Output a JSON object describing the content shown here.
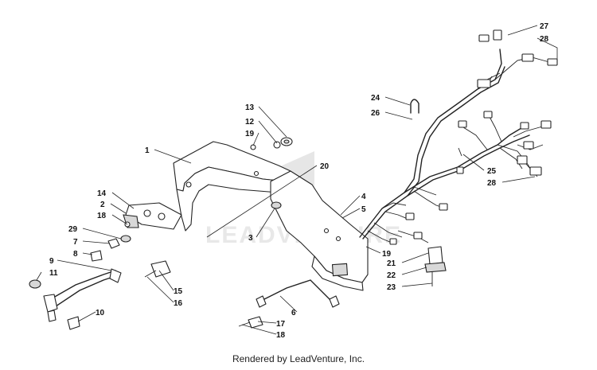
{
  "footer": {
    "text": "Rendered by LeadVenture, Inc."
  },
  "watermark": {
    "text": "LEADVENTURE"
  },
  "callouts": [
    {
      "id": "c1",
      "number": "1"
    },
    {
      "id": "c2",
      "number": "2"
    },
    {
      "id": "c3",
      "number": "3"
    },
    {
      "id": "c4",
      "number": "4"
    },
    {
      "id": "c5",
      "number": "5"
    },
    {
      "id": "c6",
      "number": "6"
    },
    {
      "id": "c7",
      "number": "7"
    },
    {
      "id": "c8",
      "number": "8"
    },
    {
      "id": "c9",
      "number": "9"
    },
    {
      "id": "c10",
      "number": "10"
    },
    {
      "id": "c11",
      "number": "11"
    },
    {
      "id": "c12",
      "number": "12"
    },
    {
      "id": "c13",
      "number": "13"
    },
    {
      "id": "c14",
      "number": "14"
    },
    {
      "id": "c15",
      "number": "15"
    },
    {
      "id": "c16",
      "number": "16"
    },
    {
      "id": "c17",
      "number": "17"
    },
    {
      "id": "c18a",
      "number": "18"
    },
    {
      "id": "c18b",
      "number": "18"
    },
    {
      "id": "c19a",
      "number": "19"
    },
    {
      "id": "c19b",
      "number": "19"
    },
    {
      "id": "c20",
      "number": "20"
    },
    {
      "id": "c21",
      "number": "21"
    },
    {
      "id": "c22",
      "number": "22"
    },
    {
      "id": "c23",
      "number": "23"
    },
    {
      "id": "c24",
      "number": "24"
    },
    {
      "id": "c25",
      "number": "25"
    },
    {
      "id": "c26",
      "number": "26"
    },
    {
      "id": "c27",
      "number": "27"
    },
    {
      "id": "c28a",
      "number": "28"
    },
    {
      "id": "c28b",
      "number": "28"
    },
    {
      "id": "c29",
      "number": "29"
    }
  ]
}
